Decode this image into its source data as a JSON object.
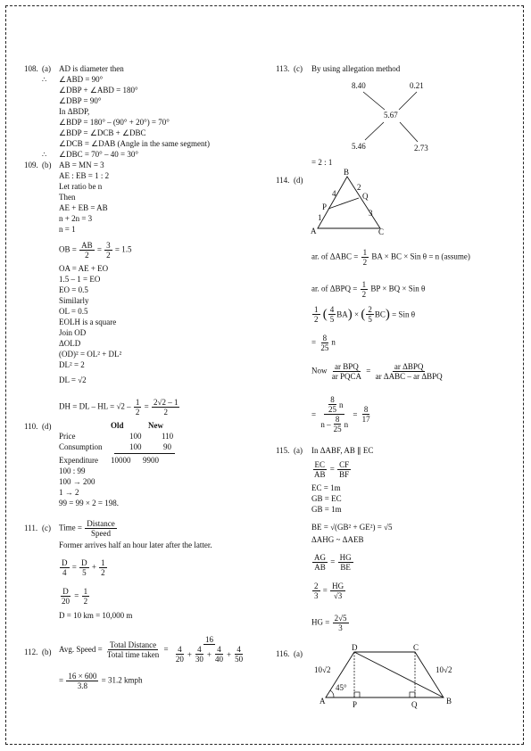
{
  "q108": {
    "num": "108.",
    "opt": "(a)",
    "lines": [
      "AD is diameter then",
      "∠ABD = 90°",
      "∠DBP + ∠ABD = 180°",
      "∠DBP = 90°",
      "In ΔBDP,",
      "∠BDP = 180° – (90° + 20°) = 70°",
      "∠BDP = ∠DCB + ∠DBC",
      "∠DCB = ∠DAB (Angle in the same segment)",
      "∠DBC = 70° – 40 = 30°"
    ],
    "therefore": "∴"
  },
  "q109": {
    "num": "109.",
    "opt": "(b)",
    "lines": [
      "AB = MN = 3",
      "AE : EB = 1 : 2",
      "Let ratio be n",
      "Then",
      "AE + EB = AB",
      "n + 2n = 3",
      "n = 1"
    ],
    "ob_lhs": "OB =",
    "ob_n1": "AB",
    "ob_d1": "2",
    "ob_eq": "=",
    "ob_n2": "3",
    "ob_d2": "2",
    "ob_res": "= 1.5",
    "lines2": [
      "OA = AE + EO",
      "1.5 – 1 = EO",
      "EO = 0.5",
      "Similarly",
      "OL = 0.5",
      "EOLH is a square",
      "Join OD",
      "ΔOLD",
      "(OD)² = OL² + DL²",
      "DL² = 2",
      "DL = √2"
    ],
    "dh_lhs": "DH = DL – HL = √2 –",
    "dh_n1": "1",
    "dh_d1": "2",
    "dh_eq": "=",
    "dh_n2": "2√2 – 1",
    "dh_d2": "2"
  },
  "q110": {
    "num": "110.",
    "opt": "(d)",
    "headers": [
      "Old",
      "New"
    ],
    "rows": [
      {
        "label": "Price",
        "old": "100",
        "new": "110"
      },
      {
        "label": "Consumption",
        "old": "100",
        "new": "90"
      },
      {
        "label": "Expenditure",
        "old": "10000",
        "new": "9900"
      }
    ],
    "lines": [
      "100 : 99",
      "100 → 200",
      "1 → 2",
      "99 = 99 × 2 = 198."
    ]
  },
  "q111": {
    "num": "111.",
    "opt": "(c)",
    "time_lhs": "Time =",
    "time_n": "Distance",
    "time_d": "Speed",
    "sentence": "Former arrives half an hour later after the latter.",
    "eq1": {
      "a_n": "D",
      "a_d": "4",
      "b_n": "D",
      "b_d": "5",
      "c_n": "1",
      "c_d": "2"
    },
    "eq2": {
      "a_n": "D",
      "a_d": "20",
      "b_n": "1",
      "b_d": "2"
    },
    "result": "D = 10 km = 10,000 m"
  },
  "q112": {
    "num": "112.",
    "opt": "(b)",
    "lhs": "Avg. Speed =",
    "n": "Total Distance",
    "d": "Total time taken",
    "eq": "=",
    "big_n": "16",
    "terms": [
      {
        "n": "4",
        "d": "20"
      },
      {
        "n": "4",
        "d": "30"
      },
      {
        "n": "4",
        "d": "40"
      },
      {
        "n": "4",
        "d": "50"
      }
    ],
    "plus": "+",
    "calc_n": "16 × 600",
    "calc_d": "3.8",
    "calc_res": "= 31.2 kmph"
  },
  "q113": {
    "num": "113.",
    "opt": "(c)",
    "title": "By using allegation method",
    "tl": "8.40",
    "tr": "0.21",
    "mid": "5.67",
    "bl": "5.46",
    "br": "2.73",
    "ratio": "= 2 : 1"
  },
  "q114": {
    "num": "114.",
    "opt": "(d)",
    "fig": {
      "B": "B",
      "P": "P",
      "Q": "Q",
      "A": "A",
      "C": "C",
      "l4": "4",
      "l2": "2",
      "l1": "1",
      "l3": "3"
    },
    "abc_lhs": "ar. of ΔABC =",
    "abc_n": "1",
    "abc_d": "2",
    "abc_rhs": "BA × BC × Sin θ = n (assume)",
    "bpq_lhs": "ar. of ΔBPQ =",
    "bpq_n": "1",
    "bpq_d": "2",
    "bpq_rhs": "BP × BQ × Sin θ",
    "prod": {
      "h_n": "1",
      "h_d": "2",
      "a_n": "4",
      "a_d": "5",
      "a_var": "BA",
      "b_n": "2",
      "b_d": "5",
      "b_var": "BC",
      "rhs": "= Sin θ"
    },
    "eq8": {
      "lhs": "=",
      "n": "8",
      "d": "25",
      "var": "n"
    },
    "now": "Now",
    "ratio": {
      "a_n": "ar BPQ",
      "a_d": "ar PQCA",
      "eq": "=",
      "b_n": "ar ΔBPQ",
      "b_d": "ar ΔABC – ar ΔBPQ"
    },
    "final": {
      "lhs": "=",
      "top_n": "8",
      "top_d": "25",
      "top_var": "n",
      "bot_pre": "n –",
      "bot_n": "8",
      "bot_d": "25",
      "bot_var": "n",
      "eq": "=",
      "res_n": "8",
      "res_d": "17"
    }
  },
  "q115": {
    "num": "115.",
    "opt": "(a)",
    "title": "In ΔABF, AB ∥ EC",
    "r1": {
      "a_n": "EC",
      "a_d": "AB",
      "b_n": "CF",
      "b_d": "BF"
    },
    "lines": [
      "EC = 1m",
      "GB = EC",
      "GB = 1m"
    ],
    "be": "BE = √(GB² + GE²) = √5",
    "sim": "ΔAHG ~ ΔAEB",
    "r2": {
      "a_n": "AG",
      "a_d": "AB",
      "b_n": "HG",
      "b_d": "BE"
    },
    "r3": {
      "a_n": "2",
      "a_d": "3",
      "b_n": "HG",
      "b_d": "√3"
    },
    "hg": {
      "lhs": "HG =",
      "n": "2√5",
      "d": "3"
    }
  },
  "q116": {
    "num": "116.",
    "opt": "(a)",
    "fig": {
      "D": "D",
      "C": "C",
      "A": "A",
      "P": "P",
      "Q": "Q",
      "B": "B",
      "left": "10√2",
      "right": "10√2",
      "angle": "45°"
    }
  }
}
